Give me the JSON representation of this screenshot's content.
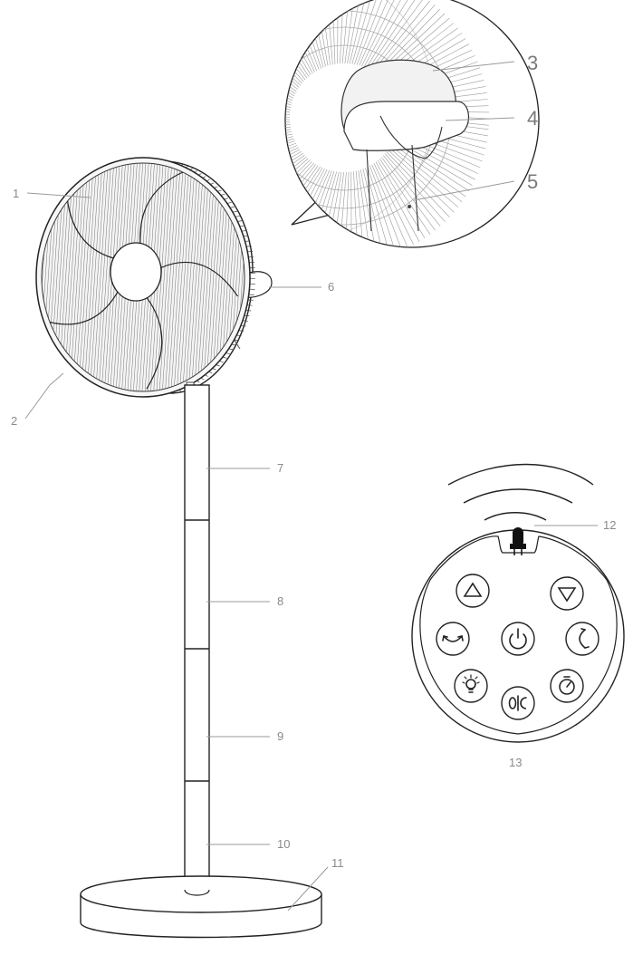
{
  "callouts": {
    "c1": "1",
    "c2": "2",
    "c3": "3",
    "c4": "4",
    "c5": "5",
    "c6": "6",
    "c7": "7",
    "c8": "8",
    "c9": "9",
    "c10": "10",
    "c11": "11",
    "c12": "12",
    "c13": "13"
  },
  "remote_buttons": [
    {
      "id": "speed-up",
      "icon": "triangle-up-icon"
    },
    {
      "id": "speed-down",
      "icon": "triangle-down-icon"
    },
    {
      "id": "horizontal-oscillation",
      "icon": "horizontal-swing-icon"
    },
    {
      "id": "power",
      "icon": "power-icon"
    },
    {
      "id": "vertical-oscillation",
      "icon": "vertical-swing-icon"
    },
    {
      "id": "light",
      "icon": "light-bulb-icon"
    },
    {
      "id": "mode",
      "icon": "leaf-moon-mode-icon"
    },
    {
      "id": "timer",
      "icon": "timer-icon"
    }
  ],
  "colors": {
    "line": "#222222",
    "leader": "#9a9a9a",
    "label": "#8a8a8a",
    "grille_fill": "#f4f4f4"
  }
}
